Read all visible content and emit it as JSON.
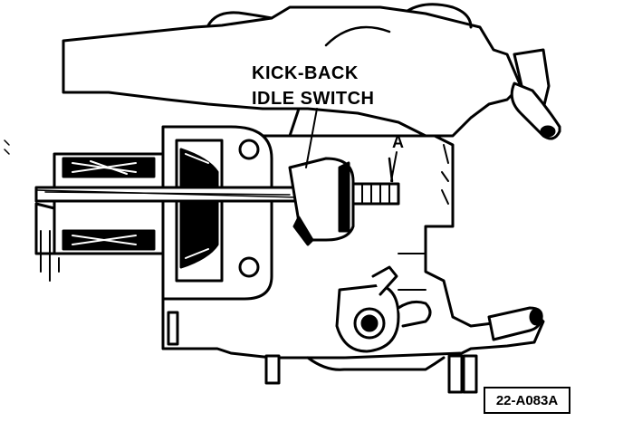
{
  "labels": {
    "kick_back_line1": "KICK-BACK",
    "kick_back_line2": "IDLE SWITCH",
    "callout_a": "A"
  },
  "figure_code": "22-A083A",
  "colors": {
    "ink": "#000000",
    "paper": "#ffffff"
  }
}
